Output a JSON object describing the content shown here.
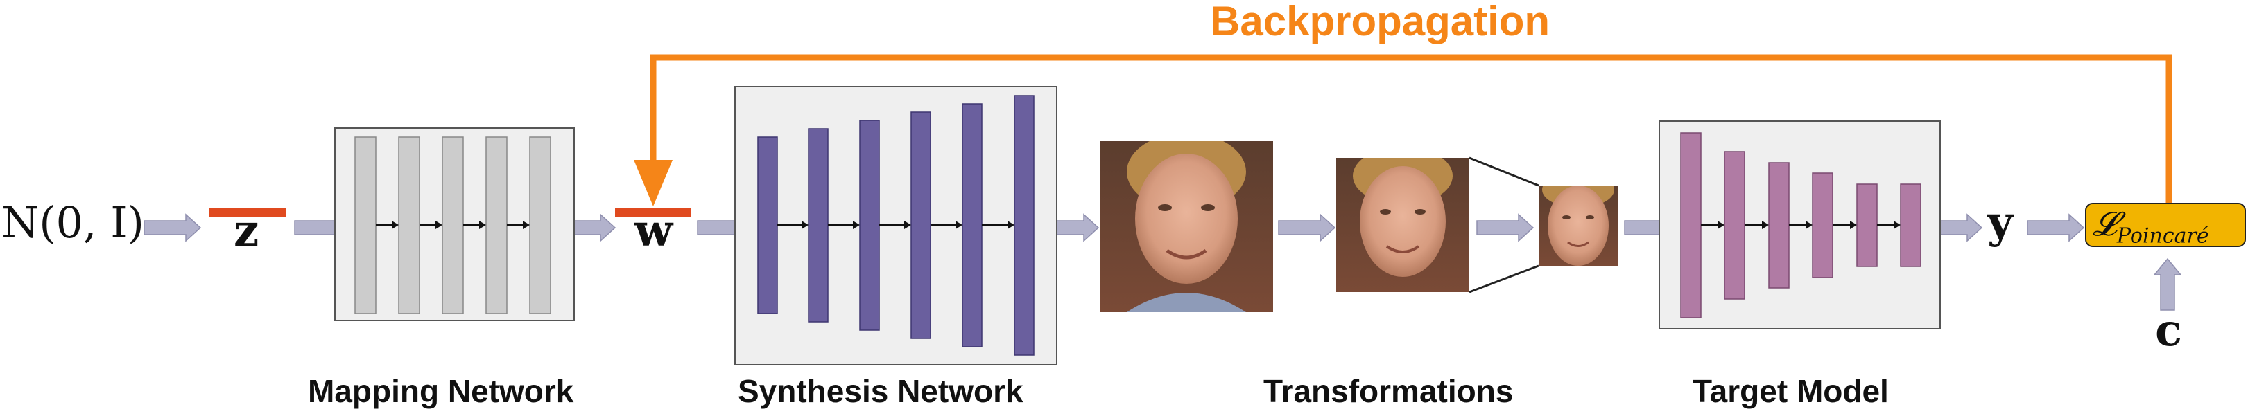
{
  "backprop": {
    "label": "Backpropagation",
    "color": "#f58518"
  },
  "input": {
    "noise": "N(0, I)",
    "latent_z": "z",
    "latent_w": "w",
    "output_y": "y",
    "class_c": "c"
  },
  "loss": {
    "symbol": "𝓛",
    "subscript": "Poincaré",
    "fill": "#f2b400"
  },
  "blocks": {
    "mapping": {
      "label": "Mapping Network",
      "layer_color": "#cccccc",
      "layers": 5
    },
    "synthesis": {
      "label": "Synthesis Network",
      "layer_color": "#6a5f9e",
      "layers": 6
    },
    "transformations": {
      "label": "Transformations"
    },
    "target": {
      "label": "Target Model",
      "layer_color": "#b07ba4",
      "layers": 6
    }
  },
  "colors": {
    "arrow_fill": "#b2b2cc",
    "latent_bar": "#e04a1f",
    "box_fill": "#efefef",
    "box_stroke": "#555555"
  },
  "images": {
    "face_large": "generated-face-image",
    "face_medium": "transformed-face-image",
    "face_small": "cropped-face-image"
  }
}
